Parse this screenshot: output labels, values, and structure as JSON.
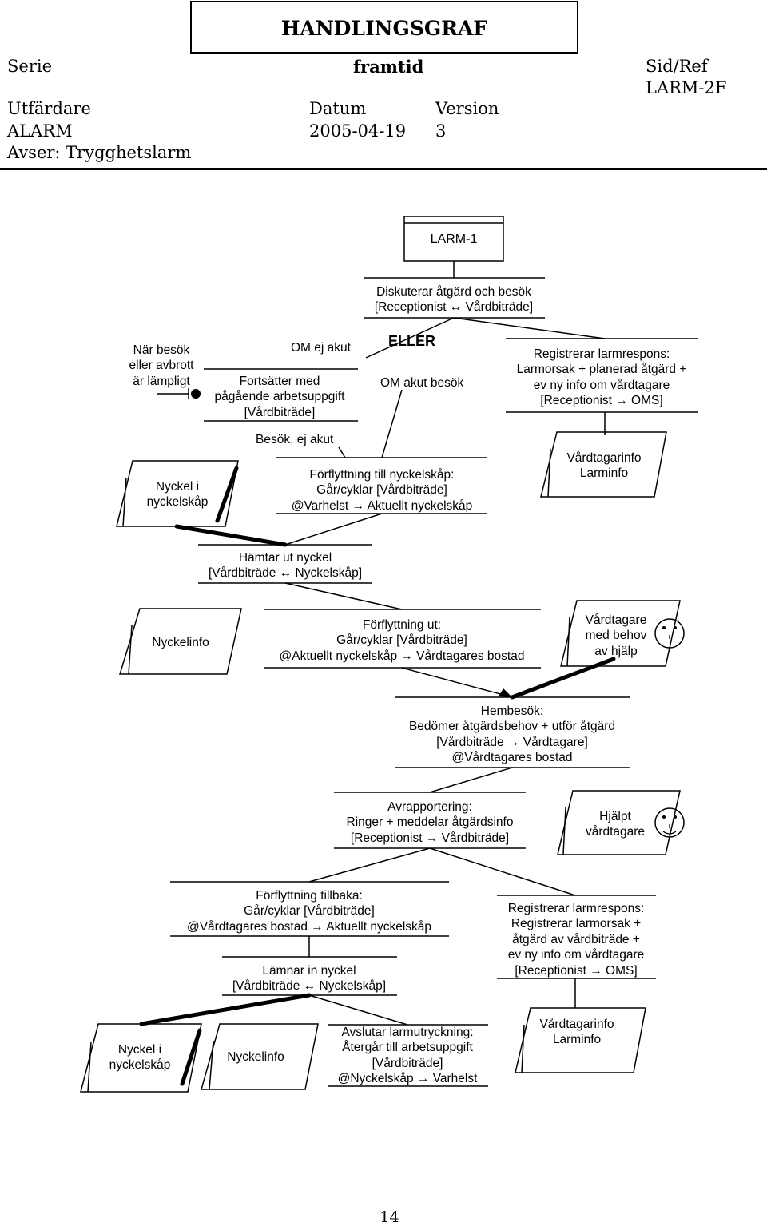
{
  "header": {
    "title": "HANDLINGSGRAF",
    "serie_label": "Serie",
    "serie_value": "framtid",
    "sidref_label": "Sid/Ref",
    "sidref_value": "LARM-2F",
    "utfardare_label": "Utfärdare",
    "utfardare_value": "ALARM",
    "datum_label": "Datum",
    "datum_value": "2005-04-19",
    "version_label": "Version",
    "version_value": "3",
    "avser": "Avser: Trygghetslarm"
  },
  "diagram": {
    "start_box": "LARM-1",
    "eller": "ELLER",
    "actions": {
      "diskuterar": [
        "Diskuterar åtgärd och besök",
        "[Receptionist ↔ Vårdbiträde]"
      ],
      "registrerar1": [
        "Registrerar larmrespons:",
        "Larmorsak + planerad åtgärd +",
        "ev ny info om vårdtagare",
        "[Receptionist → OMS]"
      ],
      "fortsatter": [
        "Fortsätter med",
        "pågående arbetsuppgift",
        "[Vårdbiträde]"
      ],
      "forflyttning_nyckel": [
        "Förflyttning till nyckelskåp:",
        "Går/cyklar [Vårdbiträde]",
        "@Varhelst → Aktuellt nyckelskåp"
      ],
      "hamtar": [
        "Hämtar ut nyckel",
        "[Vårdbiträde ↔ Nyckelskåp]"
      ],
      "forflyttning_ut": [
        "Förflyttning ut:",
        "Går/cyklar [Vårdbiträde]",
        "@Aktuellt nyckelskåp → Vårdtagares bostad"
      ],
      "hembesok": [
        "Hembesök:",
        "Bedömer åtgärdsbehov + utför åtgärd",
        "[Vårdbiträde → Vårdtagare]",
        "@Vårdtagares bostad"
      ],
      "avrapportering": [
        "Avrapportering:",
        "Ringer + meddelar åtgärdsinfo",
        "[Receptionist → Vårdbiträde]"
      ],
      "forflyttning_tillbaka": [
        "Förflyttning tillbaka:",
        "Går/cyklar [Vårdbiträde]",
        "@Vårdtagares bostad → Aktuellt nyckelskåp"
      ],
      "registrerar2": [
        "Registrerar larmrespons:",
        "Registrerar larmorsak +",
        "åtgärd av vårdbiträde +",
        "ev ny info om vårdtagare",
        "[Receptionist → OMS]"
      ],
      "lamnar": [
        "Lämnar in nyckel",
        "[Vårdbiträde ↔ Nyckelskåp]"
      ],
      "avslutar": [
        "Avslutar larmutryckning:",
        "Återgår till arbetsuppgift",
        "[Vårdbiträde]",
        "@Nyckelskåp → Varhelst"
      ]
    },
    "conditions": {
      "nar_besok": [
        "När besök",
        "eller avbrott",
        "är lämpligt"
      ],
      "om_ej_akut": "OM ej akut",
      "om_akut": "OM akut besök",
      "besok_ej_akut": "Besök, ej akut"
    },
    "objects": {
      "nyckel_i_skap1": [
        "Nyckel i",
        "nyckelskåp"
      ],
      "vardtagarinfo1": [
        "Vårdtagarinfo",
        "Larminfo"
      ],
      "nyckelinfo1": "Nyckelinfo",
      "vardtagare_behov": [
        "Vårdtagare",
        "med behov",
        "av hjälp"
      ],
      "hjalpt": [
        "Hjälpt",
        "vårdtagare"
      ],
      "nyckel_i_skap2": [
        "Nyckel i",
        "nyckelskåp"
      ],
      "nyckelinfo2": "Nyckelinfo",
      "vardtagarinfo2": [
        "Vårdtagarinfo",
        "Larminfo"
      ]
    }
  },
  "page_number": "14"
}
